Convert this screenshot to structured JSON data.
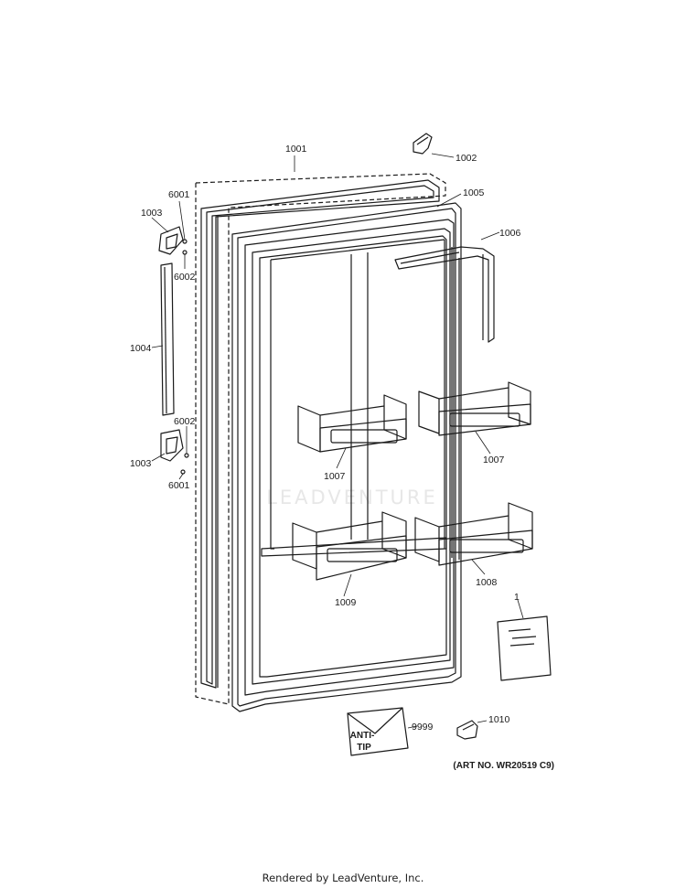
{
  "labels": {
    "p1001": "1001",
    "p1002": "1002",
    "p1003_top": "1003",
    "p1003_bottom": "1003",
    "p1004": "1004",
    "p1005": "1005",
    "p1006": "1006",
    "p1007_left": "1007",
    "p1007_right": "1007",
    "p1008": "1008",
    "p1009": "1009",
    "p1010": "1010",
    "p6001_top": "6001",
    "p6001_bottom": "6001",
    "p6002_top": "6002",
    "p6002_bottom": "6002",
    "p1": "1",
    "p9999": "9999"
  },
  "anti_tip_line1": "ANTI-",
  "anti_tip_line2": "TIP",
  "art_number": "(ART NO. WR20519 C9)",
  "watermark": "LEADVENTURE",
  "footer": "Rendered by LeadVenture, Inc."
}
